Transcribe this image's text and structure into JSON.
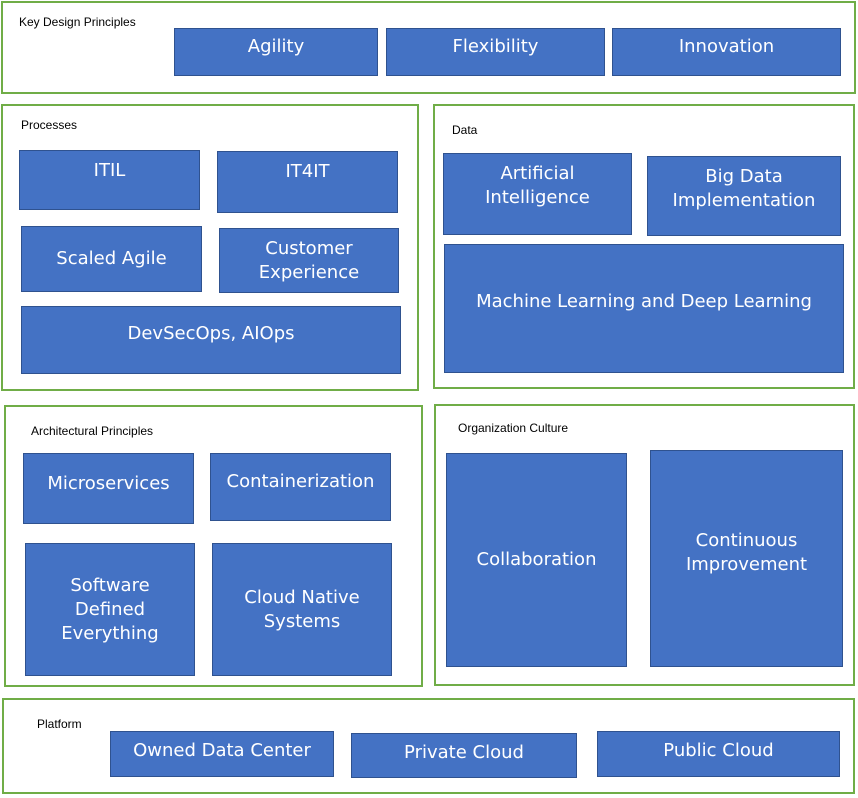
{
  "key_design": {
    "title": "Key Design Principles",
    "items": [
      "Agility",
      "Flexibility",
      "Innovation"
    ]
  },
  "processes": {
    "title": "Processes",
    "items": [
      "ITIL",
      "IT4IT",
      "Scaled Agile",
      "Customer\nExperience",
      "DevSecOps, AIOps"
    ]
  },
  "data": {
    "title": "Data",
    "items": [
      "Artificial\nIntelligence",
      "Big Data\nImplementation",
      "Machine Learning and Deep Learning"
    ]
  },
  "architecture": {
    "title": "Architectural Principles",
    "items": [
      "Microservices",
      "Containerization",
      "Software\nDefined\nEverything",
      "Cloud Native\nSystems"
    ]
  },
  "culture": {
    "title": "Organization Culture",
    "items": [
      "Collaboration",
      "Continuous\nImprovement"
    ]
  },
  "platform": {
    "title": "Platform",
    "items": [
      "Owned Data Center",
      "Private Cloud",
      "Public Cloud"
    ]
  },
  "colors": {
    "panel_border": "#70ad47",
    "box_fill": "#4472c4",
    "box_text": "#ffffff"
  }
}
